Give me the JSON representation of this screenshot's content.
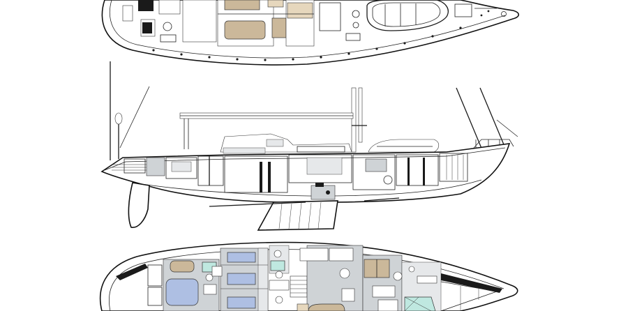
{
  "drawing": {
    "views": [
      {
        "id": "deck-plan"
      },
      {
        "id": "profile"
      },
      {
        "id": "accommodation-plan"
      }
    ],
    "colors": {
      "upholstery": "#cbb89a",
      "floor": "#cfd3d6",
      "berth": "#aebfe3",
      "head": "#bfe8e0",
      "line": "#1a1a1a"
    }
  }
}
